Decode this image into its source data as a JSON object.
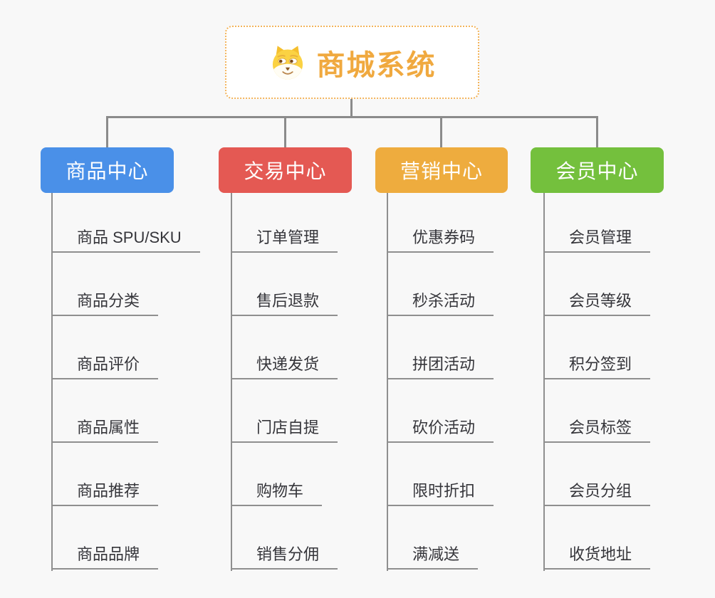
{
  "root": {
    "title": "商城系统",
    "icon": "dog-face-icon"
  },
  "branches": [
    {
      "label": "商品中心",
      "color": "#4a90e8",
      "items": [
        "商品 SPU/SKU",
        "商品分类",
        "商品评价",
        "商品属性",
        "商品推荐",
        "商品品牌"
      ]
    },
    {
      "label": "交易中心",
      "color": "#e45953",
      "items": [
        "订单管理",
        "售后退款",
        "快递发货",
        "门店自提",
        "购物车",
        "销售分佣"
      ]
    },
    {
      "label": "营销中心",
      "color": "#eeac3e",
      "items": [
        "优惠券码",
        "秒杀活动",
        "拼团活动",
        "砍价活动",
        "限时折扣",
        "满减送"
      ]
    },
    {
      "label": "会员中心",
      "color": "#74c03d",
      "items": [
        "会员管理",
        "会员等级",
        "积分签到",
        "会员标签",
        "会员分组",
        "收货地址"
      ]
    }
  ],
  "colors": {
    "background": "#f8f8f8",
    "connector": "#8b8b8b",
    "leaf_line": "#8f8f8f",
    "leaf_text": "#35353a",
    "root_title": "#f0a93f",
    "root_border": "#f3b45b"
  }
}
